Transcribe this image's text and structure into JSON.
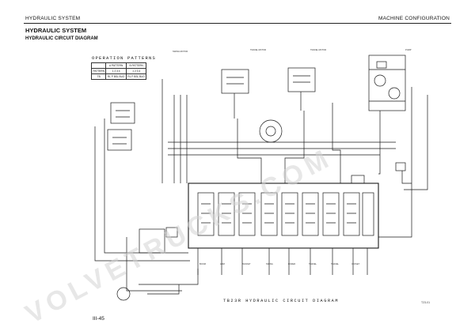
{
  "header": {
    "left": "HYDRAULIC SYSTEM",
    "right": "MACHINE CONFIGURATION"
  },
  "title": "HYDRAULIC SYSTEM",
  "subtitle": "HYDRAULIC CIRCUIT DIAGRAM",
  "diagram": {
    "caption": "TB23R HYDRAULIC CIRCUIT DIAGRAM",
    "operation_patterns": {
      "title": "OPERATION PATTERNS",
      "rows": [
        [
          "",
          "A PATTERN",
          "B PATTERN"
        ],
        [
          "PATTERN",
          "1 2 3 4",
          "1 2 3 4"
        ],
        [
          "TB",
          "RL P BSL BUO",
          "RL P BSL BUO"
        ]
      ]
    }
  },
  "watermark": {
    "text": "VOLVETRUCKS.COM",
    "color": "#cfcfcf"
  },
  "footer": {
    "page_number": "III-45",
    "figure_code": "T23-01"
  }
}
